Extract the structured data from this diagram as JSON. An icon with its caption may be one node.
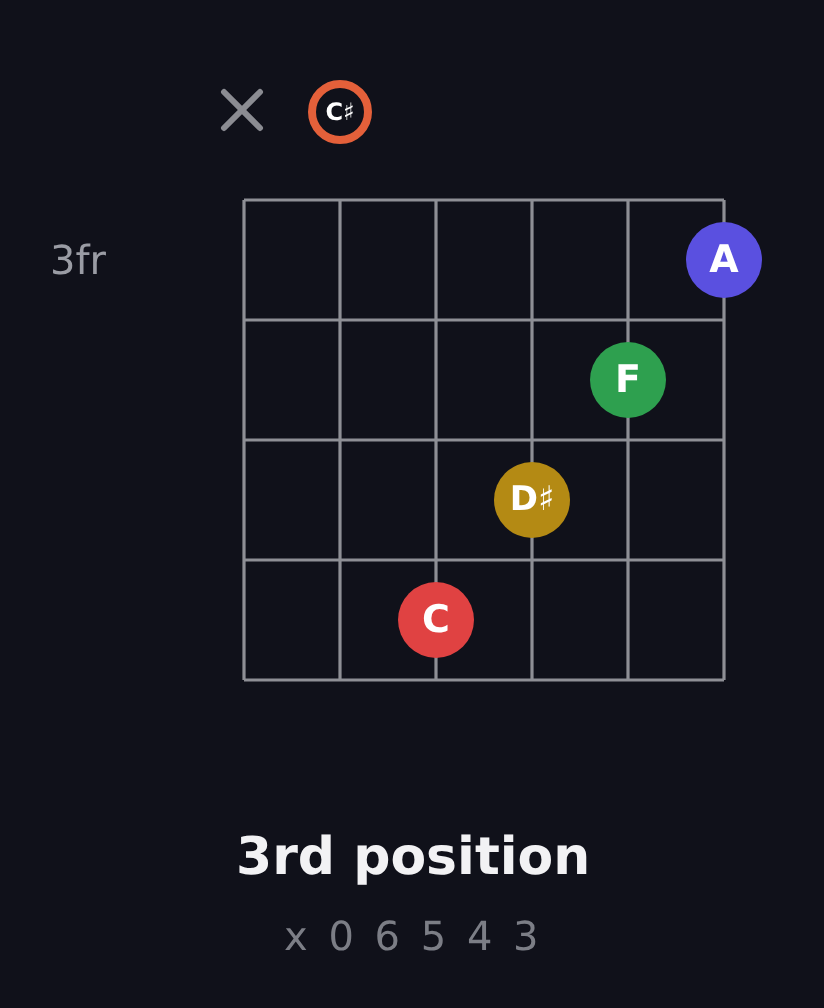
{
  "diagram": {
    "title": "3rd position",
    "nodes": [
      {
        "text": [
          "C♯"
        ]
      },
      {
        "text": [
          "A"
        ]
      },
      {
        "text": [
          "F"
        ]
      },
      {
        "text": [
          "D♯"
        ]
      },
      {
        "text": [
          "C"
        ]
      }
    ],
    "labels": [
      "3fr",
      "x 0 6 5 4 3"
    ]
  }
}
